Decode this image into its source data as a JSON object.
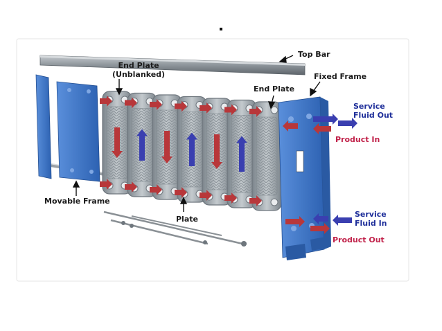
{
  "colors": {
    "frame_blue": "#3f78c9",
    "frame_blue_dark": "#2a5aa3",
    "plate_gray": "#a9b1b8",
    "plate_gray_dark": "#6e767d",
    "bar_gray": "#9aa0a5",
    "arrow_red": "#b8373a",
    "arrow_blue": "#3a3fb0",
    "label_dark": "#1b1b1b",
    "label_blue": "#1f2f9a",
    "label_red": "#c1224a"
  },
  "labels": {
    "top_bar": "Top Bar",
    "end_plate_unblanked_1": "End Plate",
    "end_plate_unblanked_2": "(Unblanked)",
    "end_plate": "End Plate",
    "fixed_frame": "Fixed Frame",
    "service_fluid_out_1": "Service",
    "service_fluid_out_2": "Fluid Out",
    "product_in": "Product In",
    "movable_frame": "Movable Frame",
    "plate": "Plate",
    "service_fluid_in_1": "Service",
    "service_fluid_in_2": "Fluid In",
    "product_out": "Product Out"
  },
  "plates": [
    {
      "flow": "red-down"
    },
    {
      "flow": "blue-up"
    },
    {
      "flow": "red-down"
    },
    {
      "flow": "blue-up"
    },
    {
      "flow": "red-down"
    },
    {
      "flow": "blue-up"
    },
    {
      "flow": "none"
    }
  ]
}
